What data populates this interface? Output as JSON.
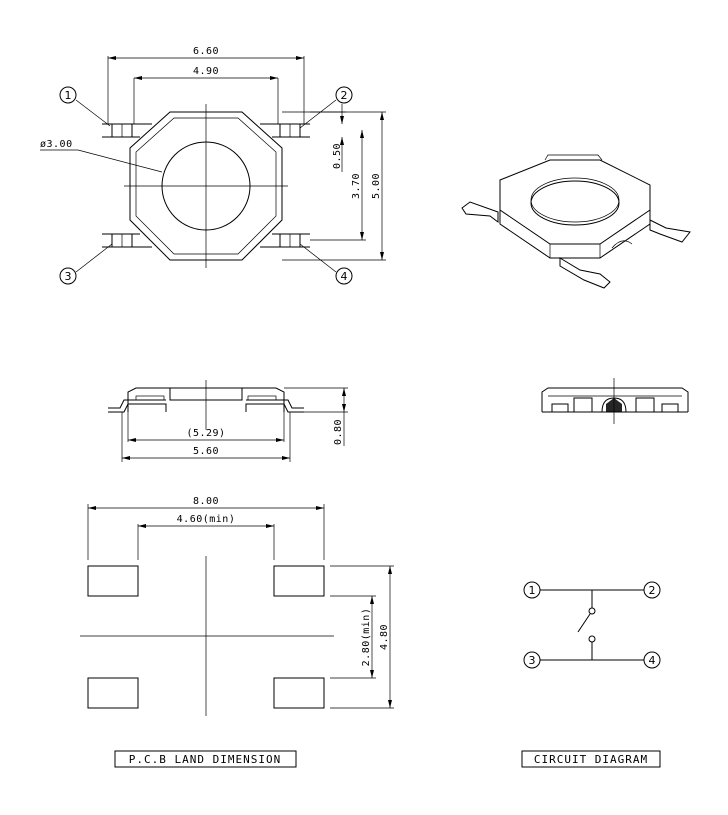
{
  "top_view": {
    "dim_overall_width": "6.60",
    "dim_body_width": "4.90",
    "dim_diameter": "ø3.00",
    "dim_lead_width": "0.50",
    "dim_lead_pitch": "3.70",
    "dim_overall_height": "5.00",
    "pins": [
      "1",
      "2",
      "3",
      "4"
    ]
  },
  "side_view": {
    "dim_inner": "(5.29)",
    "dim_outer": "5.60",
    "dim_height": "0.80"
  },
  "pcb_land": {
    "dim_total_width": "8.00",
    "dim_inner_gap": "4.60(min)",
    "dim_pad_gap": "2.80(min)",
    "dim_total_height": "4.80",
    "caption": "P.C.B LAND DIMENSION"
  },
  "circuit": {
    "pins": [
      "1",
      "2",
      "3",
      "4"
    ],
    "caption": "CIRCUIT DIAGRAM"
  }
}
